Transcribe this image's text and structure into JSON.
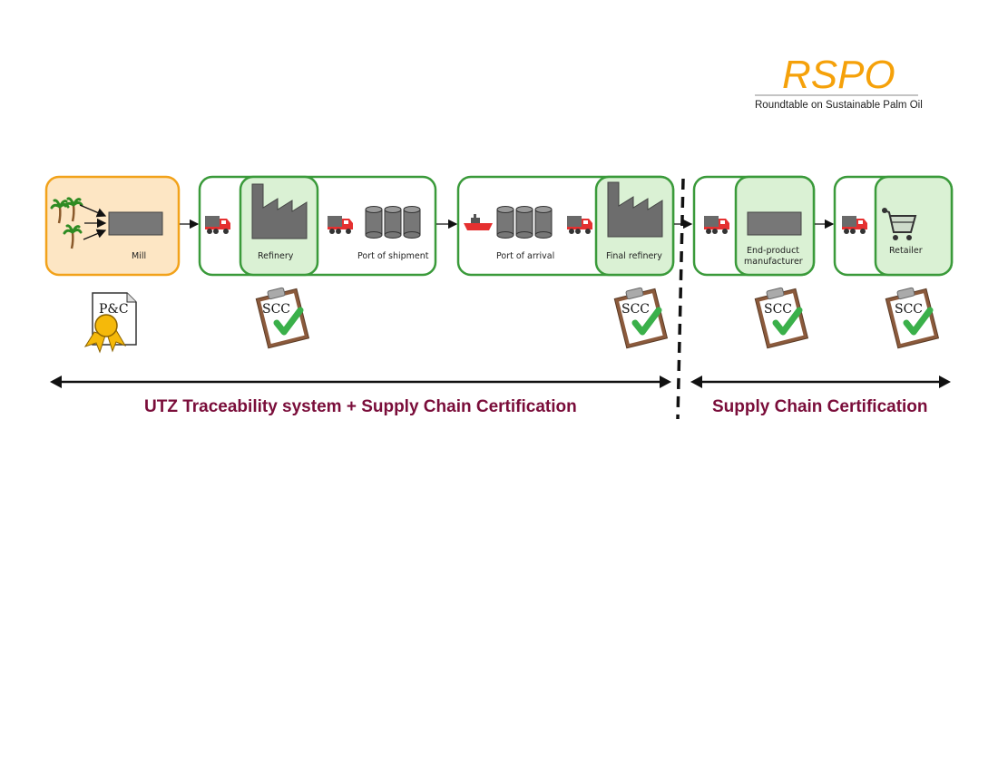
{
  "logo": {
    "name": "RSPO",
    "tagline": "Roundtable on Sustainable Palm Oil",
    "color": "#f5a10a"
  },
  "stages": {
    "mill": "Mill",
    "refinery": "Refinery",
    "port_shipment": "Port of shipment",
    "port_arrival": "Port of arrival",
    "final_refinery": "Final refinery",
    "manufacturer_line1": "End-product",
    "manufacturer_line2": "manufacturer",
    "retailer": "Retailer"
  },
  "certificates": {
    "pc": "P&C",
    "scc": "SCC"
  },
  "spans": {
    "left": "UTZ Traceability system + Supply Chain Certification",
    "right": "Supply Chain Certification"
  },
  "colors": {
    "green_border": "#3a9a3a",
    "green_fill": "#daf1d4",
    "orange_border": "#f2a21a",
    "orange_fill": "#fde6c4",
    "span_text": "#7a0d3a"
  }
}
